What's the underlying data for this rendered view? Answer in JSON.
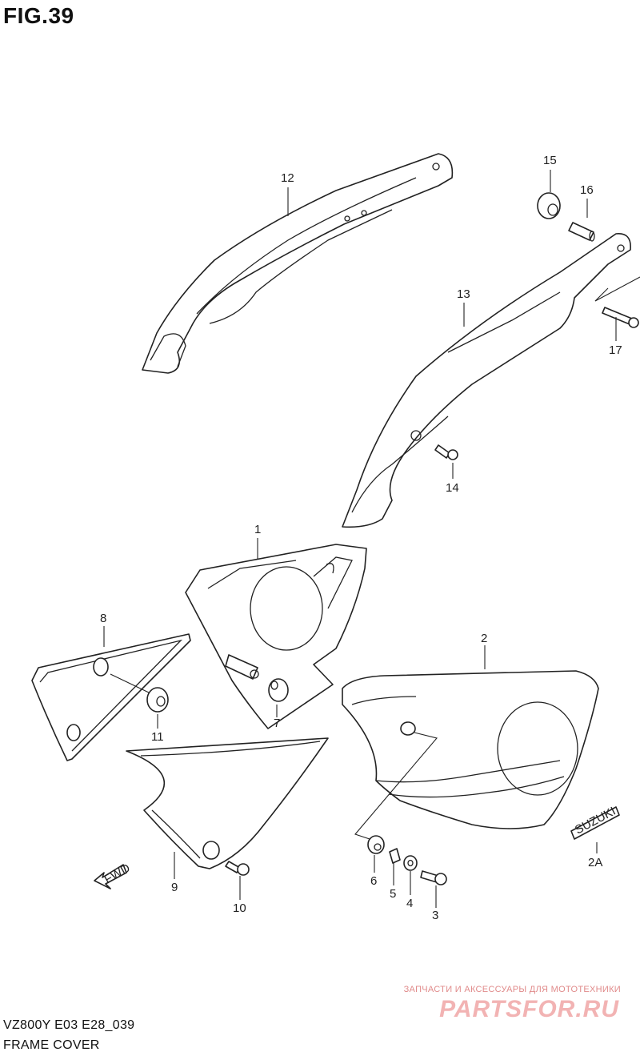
{
  "header": {
    "figure": "FIG.39"
  },
  "callouts": {
    "c1": "1",
    "c2": "2",
    "c2a": "2A",
    "c3": "3",
    "c4": "4",
    "c5": "5",
    "c6": "6",
    "c7": "7",
    "c8": "8",
    "c9": "9",
    "c10": "10",
    "c11": "11",
    "c12": "12",
    "c13": "13",
    "c14": "14",
    "c15": "15",
    "c16": "16",
    "c17": "17"
  },
  "emblem_text": "SUZUKI",
  "arrow_text": "FWD",
  "footer": {
    "code": "VZ800Y E03 E28_039",
    "name": "FRAME COVER"
  },
  "watermark": {
    "caption": "ЗАПЧАСТИ И АКСЕССУАРЫ ДЛЯ МОТОТЕХНИКИ",
    "brand": "PARTSFOR.RU"
  }
}
